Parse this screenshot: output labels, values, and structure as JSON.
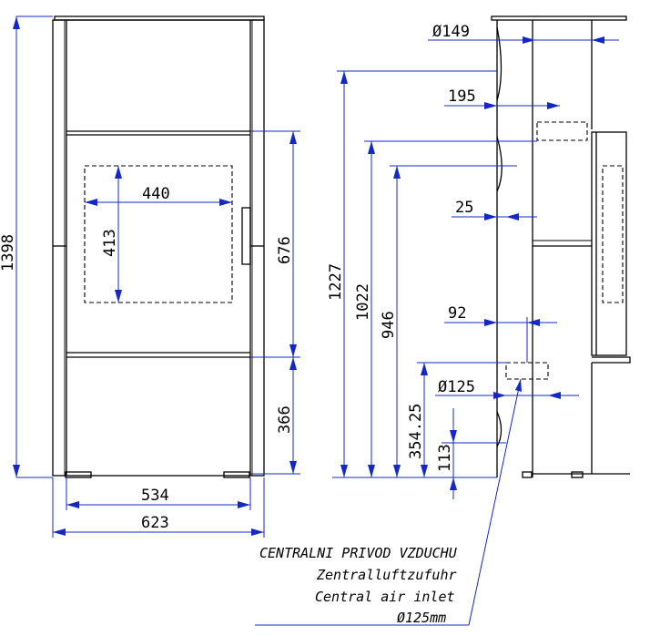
{
  "dimensions": {
    "total_height": "1398",
    "glass_width": "440",
    "glass_height": "413",
    "door_height": "676",
    "bottom_height": "366",
    "base_width_inner": "534",
    "base_width_outer": "623",
    "flue_diameter": "Ø149",
    "flue_depth": "195",
    "flue_height": "1227",
    "rear_outlet_height": "1022",
    "rear_outlet_center": "946",
    "side_depth": "25",
    "inlet_depth": "92",
    "inlet_diameter": "Ø125",
    "inlet_height": "354.25",
    "inlet_bottom": "113"
  },
  "note": {
    "line1": "CENTRALNI PRIVOD VZDUCHU",
    "line2": "Zentralluftzufuhr",
    "line3": "Central air inlet",
    "line4": "Ø125mm"
  }
}
